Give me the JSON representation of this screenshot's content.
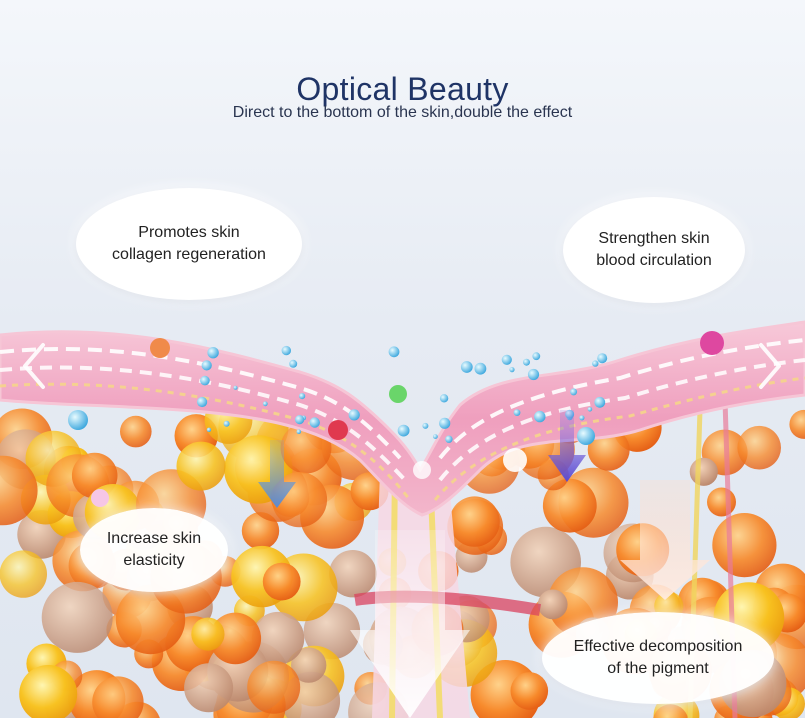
{
  "header": {
    "title": "Optical Beauty",
    "subtitle": "Direct to the bottom of the skin,double the effect"
  },
  "callouts": {
    "collagen": "Promotes skin\ncollagen regeneration",
    "circulation": "Strengthen skin\nblood circulation",
    "elasticity": "Increase skin\nelasticity",
    "pigment": "Effective decomposition\nof the pigment"
  },
  "carousel": {
    "prev_icon": "chevron-left-icon",
    "next_icon": "chevron-right-icon"
  },
  "colors": {
    "title": "#1f3466",
    "skin_pink": "#ec9fbd",
    "fat_orange": "#f7892a",
    "fat_yellow": "#f8c21f",
    "arrow_blue": "#5a8bd0",
    "arrow_purple": "#6b5bd6"
  }
}
